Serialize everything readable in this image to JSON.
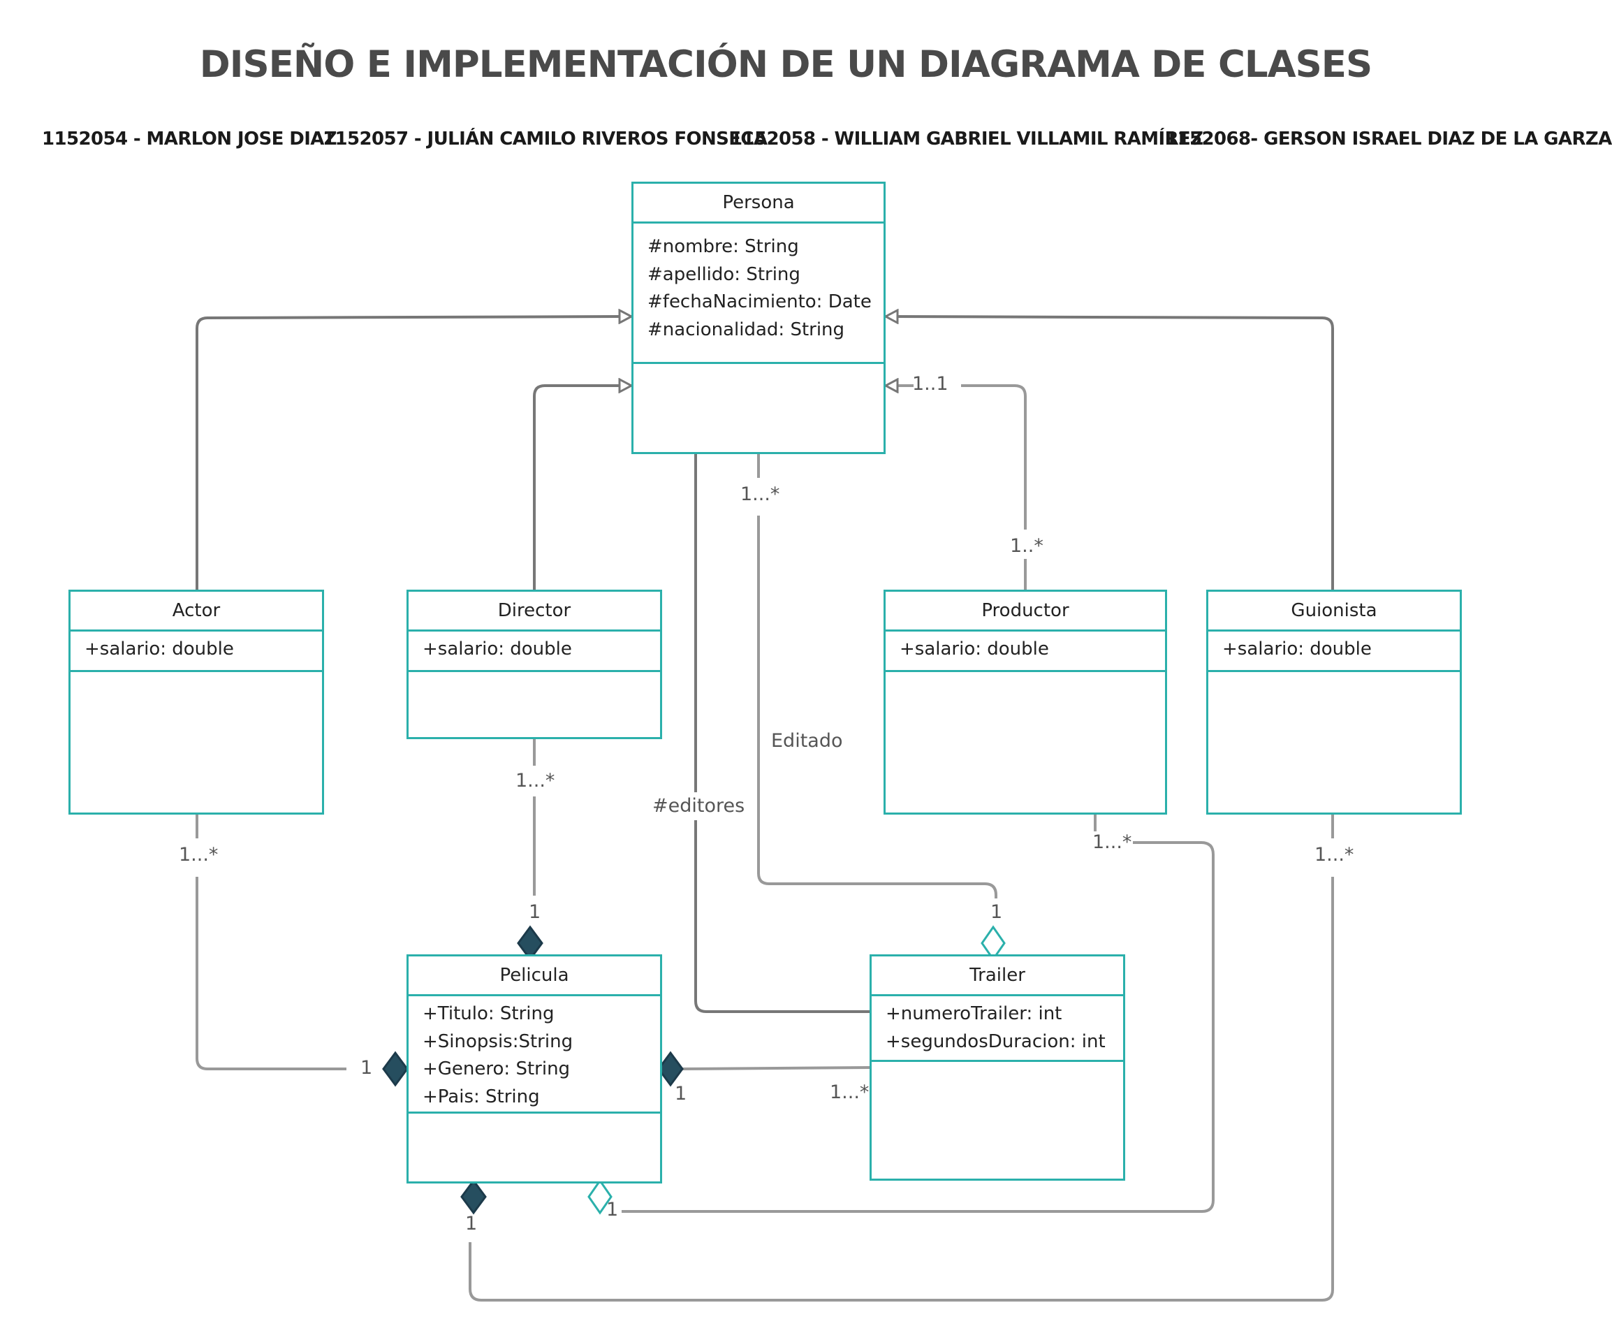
{
  "title": "DISEÑO E IMPLEMENTACIÓN DE UN DIAGRAMA DE CLASES",
  "authors": [
    "1152054 - MARLON JOSE DIAZ",
    "1152057 - JULIÁN CAMILO RIVEROS FONSECA",
    "1152058 - WILLIAM GABRIEL VILLAMIL RAMÍREZ",
    "1152068- GERSON ISRAEL DIAZ DE LA GARZA"
  ],
  "classes": {
    "persona": {
      "name": "Persona",
      "attributes": [
        "#nombre: String",
        "#apellido: String",
        "#fechaNacimiento: Date",
        "#nacionalidad: String"
      ]
    },
    "actor": {
      "name": "Actor",
      "attributes": [
        "+salario: double"
      ]
    },
    "director": {
      "name": "Director",
      "attributes": [
        "+salario: double"
      ]
    },
    "productor": {
      "name": "Productor",
      "attributes": [
        "+salario: double"
      ]
    },
    "guionista": {
      "name": "Guionista",
      "attributes": [
        "+salario: double"
      ]
    },
    "pelicula": {
      "name": "Pelicula",
      "attributes": [
        "+Titulo: String",
        "+Sinopsis:String",
        "+Genero: String",
        "+Pais: String"
      ]
    },
    "trailer": {
      "name": "Trailer",
      "attributes": [
        "+numeroTrailer:  int",
        "+segundosDuracion: int"
      ]
    }
  },
  "labels": {
    "persona_productor_top": "1..1",
    "persona_productor_bottom": "1..*",
    "persona_trailer_top": "1...*",
    "editado": "Editado",
    "editores": "#editores",
    "trailer_editado_mult": "1",
    "director_mult": "1...*",
    "director_pelicula_mult": "1",
    "actor_mult": "1...*",
    "actor_pelicula_mult": "1",
    "pelicula_trailer_mult": "1",
    "trailer_pelicula_mult": "1...*",
    "productor_mult": "1...*",
    "pelicula_productor_mult": "1",
    "guionista_mult": "1...*",
    "pelicula_guionista_mult": "1"
  }
}
